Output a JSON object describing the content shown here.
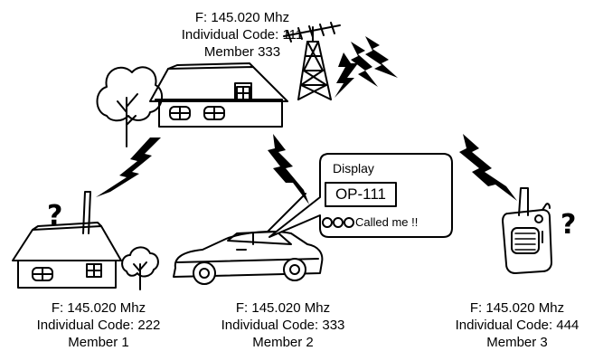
{
  "base_station": {
    "frequency": "F: 145.020 Mhz",
    "code": "Individual Code: 111",
    "member": "Member 333"
  },
  "members": [
    {
      "frequency": "F: 145.020 Mhz",
      "code": "Individual Code: 222",
      "member": "Member 1"
    },
    {
      "frequency": "F: 145.020 Mhz",
      "code": "Individual Code: 333",
      "member": "Member 2"
    },
    {
      "frequency": "F: 145.020 Mhz",
      "code": "Individual Code: 444",
      "member": "Member 3"
    }
  ],
  "display_callout": {
    "title": "Display",
    "code": "OP-111",
    "message": "Called me !!"
  },
  "question_mark": "?",
  "colors": {
    "ink": "#000000",
    "background": "#ffffff"
  },
  "icons": [
    "house-icon",
    "antenna-tower-icon",
    "radio-wave-icon",
    "car-icon",
    "handheld-radio-icon",
    "tree-icon",
    "question-mark-icon"
  ]
}
